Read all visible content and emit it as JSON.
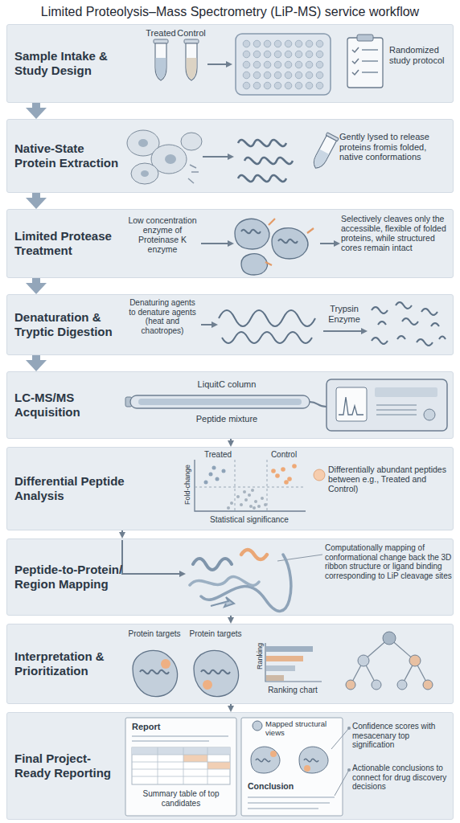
{
  "diagram": {
    "title": "Limited Proteolysis–Mass Spectrometry (LiP-MS) service workflow",
    "nodes": [
      {
        "text": [
          "Sample Intake & Study Design",
          "Treated",
          "Control",
          "Randomized study protocol"
        ]
      },
      {
        "text": [
          "Native-State Protein Extraction",
          "Gently lysed to release proteins fromis folded, native conformations"
        ]
      },
      {
        "text": [
          "Limited Protease Treatment",
          "Low concentration enzyme of Proteinase K enzyme",
          "Selectively cleaves only the accessible, flexible of folded proteins, while structured cores remain intact"
        ]
      },
      {
        "text": [
          "Denaturation & Tryptic Digestion",
          "Denaturing agents to denature agents (heat and chaotropes)",
          "Trypsin Enzyme"
        ]
      },
      {
        "text": [
          "LC-MS/MS Acquisition",
          "LiquitC column",
          "Peptide mixture"
        ]
      },
      {
        "text": [
          "Differential Peptide Analysis",
          "Treated",
          "Control",
          "Fold-change",
          "Statistical significance",
          "Differentially abundant peptides between e.g., Treated and Control)"
        ]
      },
      {
        "text": [
          "Peptide-to-Protein/ Region Mapping",
          "Computationally mapping of conformational change back the 3D ribbon structure or ligand binding corresponding to LiP cleavage sites"
        ]
      },
      {
        "text": [
          "Interpretation & Prioritization",
          "Protein targets",
          "Protein targets",
          "Ranking",
          "Ranking chart"
        ]
      },
      {
        "text": [
          "Final Project-Ready Reporting",
          "Report",
          "Summary table of top candidates",
          "Mapped structural views",
          "Conclusion",
          "Confidence scores with mesacenary top signification",
          "Actionable conclusions to connect for drug discovery decisions"
        ]
      }
    ],
    "edges": [
      {
        "from": 0,
        "to": 1,
        "arrow": "to"
      },
      {
        "from": 1,
        "to": 2,
        "arrow": "to"
      },
      {
        "from": 2,
        "to": 3,
        "arrow": "to"
      },
      {
        "from": 3,
        "to": 4,
        "arrow": "to"
      },
      {
        "from": 4,
        "to": 5,
        "arrow": "to"
      },
      {
        "from": 5,
        "to": 6,
        "arrow": "to"
      },
      {
        "from": 6,
        "to": 7,
        "arrow": "to"
      },
      {
        "from": 7,
        "to": 8,
        "arrow": "to"
      }
    ]
  }
}
